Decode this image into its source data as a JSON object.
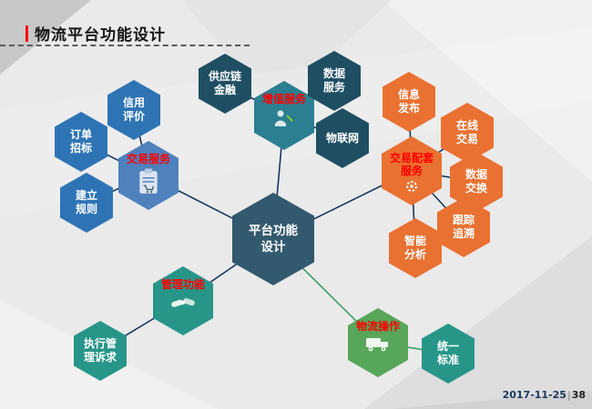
{
  "title": {
    "text": "物流平台功能设计"
  },
  "footer": {
    "date": "2017-11-25",
    "separator": "|",
    "page": "38"
  },
  "colors": {
    "accent_red": "#FF0000",
    "connector_line": "#17375E",
    "connector_line_green": "#3C9E67",
    "background": "#EAEAEA",
    "blue_node": "#2E74B5",
    "navy_node": "#1F4E63",
    "orange_node": "#E97132",
    "teal_node": "#279689",
    "green_node": "#57A65A",
    "center_node": "#32596D"
  },
  "center": {
    "lines": [
      "平台功能",
      "设计"
    ]
  },
  "categories": {
    "trade": {
      "label": "交易服务",
      "icon": "clipboard-cart-icon"
    },
    "value_added": {
      "label": "增值服务",
      "icon": "person-service-icon"
    },
    "trade_support": {
      "lines": [
        "交易配套",
        "服务"
      ],
      "icon": "gear-icon"
    },
    "management": {
      "label": "管理功能",
      "icon": "handshake-icon"
    },
    "logistics_ops": {
      "label": "物流操作",
      "icon": "truck-icon"
    }
  },
  "subnodes": {
    "credit": {
      "lines": [
        "信用",
        "评价"
      ]
    },
    "order_bidding": {
      "lines": [
        "订单",
        "招标"
      ]
    },
    "rules": {
      "lines": [
        "建立",
        "规则"
      ]
    },
    "supply_chain_finance": {
      "lines": [
        "供应链",
        "金融"
      ]
    },
    "data_service": {
      "lines": [
        "数据",
        "服务"
      ]
    },
    "iot": {
      "lines": [
        "物联网"
      ]
    },
    "info_release": {
      "lines": [
        "信息",
        "发布"
      ]
    },
    "online_trading": {
      "lines": [
        "在线",
        "交易"
      ]
    },
    "data_exchange": {
      "lines": [
        "数据",
        "交换"
      ]
    },
    "tracking": {
      "lines": [
        "跟踪",
        "追溯"
      ]
    },
    "analysis": {
      "lines": [
        "智能",
        "分析"
      ]
    },
    "exec_mgmt": {
      "lines": [
        "执行管",
        "理诉求"
      ]
    },
    "standard": {
      "lines": [
        "统一",
        "标准"
      ]
    }
  }
}
